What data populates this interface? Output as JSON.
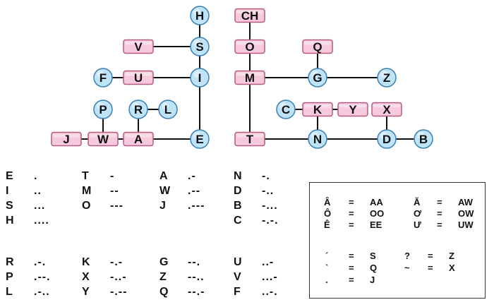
{
  "tree": {
    "nodes": [
      {
        "id": "H",
        "label": "H",
        "shape": "circle"
      },
      {
        "id": "S",
        "label": "S",
        "shape": "circle"
      },
      {
        "id": "I",
        "label": "I",
        "shape": "circle"
      },
      {
        "id": "E",
        "label": "E",
        "shape": "circle"
      },
      {
        "id": "V",
        "label": "V",
        "shape": "rect"
      },
      {
        "id": "U",
        "label": "U",
        "shape": "rect"
      },
      {
        "id": "F",
        "label": "F",
        "shape": "circle"
      },
      {
        "id": "A",
        "label": "A",
        "shape": "rect"
      },
      {
        "id": "R",
        "label": "R",
        "shape": "circle"
      },
      {
        "id": "L",
        "label": "L",
        "shape": "circle"
      },
      {
        "id": "W",
        "label": "W",
        "shape": "rect"
      },
      {
        "id": "P",
        "label": "P",
        "shape": "circle"
      },
      {
        "id": "J",
        "label": "J",
        "shape": "rect"
      },
      {
        "id": "CH",
        "label": "CH",
        "shape": "rect"
      },
      {
        "id": "O",
        "label": "O",
        "shape": "rect"
      },
      {
        "id": "M",
        "label": "M",
        "shape": "rect"
      },
      {
        "id": "T",
        "label": "T",
        "shape": "rect"
      },
      {
        "id": "Q",
        "label": "Q",
        "shape": "rect"
      },
      {
        "id": "G",
        "label": "G",
        "shape": "circle"
      },
      {
        "id": "Z",
        "label": "Z",
        "shape": "circle"
      },
      {
        "id": "C",
        "label": "C",
        "shape": "circle"
      },
      {
        "id": "K",
        "label": "K",
        "shape": "rect"
      },
      {
        "id": "Y",
        "label": "Y",
        "shape": "rect"
      },
      {
        "id": "X",
        "label": "X",
        "shape": "rect"
      },
      {
        "id": "N",
        "label": "N",
        "shape": "circle"
      },
      {
        "id": "D",
        "label": "D",
        "shape": "circle"
      },
      {
        "id": "B",
        "label": "B",
        "shape": "circle"
      }
    ],
    "edges": [
      [
        "H",
        "S"
      ],
      [
        "S",
        "V"
      ],
      [
        "S",
        "I"
      ],
      [
        "I",
        "U"
      ],
      [
        "U",
        "F"
      ],
      [
        "I",
        "E"
      ],
      [
        "E",
        "A"
      ],
      [
        "A",
        "W"
      ],
      [
        "W",
        "J"
      ],
      [
        "W",
        "P"
      ],
      [
        "A",
        "R"
      ],
      [
        "R",
        "L"
      ],
      [
        "CH",
        "O"
      ],
      [
        "O",
        "M"
      ],
      [
        "M",
        "T"
      ],
      [
        "M",
        "G"
      ],
      [
        "G",
        "Q"
      ],
      [
        "G",
        "Z"
      ],
      [
        "T",
        "N"
      ],
      [
        "N",
        "K"
      ],
      [
        "K",
        "C"
      ],
      [
        "K",
        "Y"
      ],
      [
        "N",
        "D"
      ],
      [
        "D",
        "X"
      ],
      [
        "D",
        "B"
      ]
    ]
  },
  "codes": {
    "col1": [
      {
        "ch": "E",
        "code": "."
      },
      {
        "ch": "I",
        "code": ".."
      },
      {
        "ch": "S",
        "code": "..."
      },
      {
        "ch": "H",
        "code": "...."
      },
      {
        "ch": "R",
        "code": ".-."
      },
      {
        "ch": "P",
        "code": ".--."
      },
      {
        "ch": "L",
        "code": ".-.."
      }
    ],
    "col2": [
      {
        "ch": "T",
        "code": "-"
      },
      {
        "ch": "M",
        "code": "--"
      },
      {
        "ch": "O",
        "code": "---"
      },
      {
        "ch": "K",
        "code": "-.-"
      },
      {
        "ch": "X",
        "code": "-..-"
      },
      {
        "ch": "Y",
        "code": "-.--"
      }
    ],
    "col3": [
      {
        "ch": "A",
        "code": ".-"
      },
      {
        "ch": "W",
        "code": ".--"
      },
      {
        "ch": "J",
        "code": ".---"
      },
      {
        "ch": "G",
        "code": "--."
      },
      {
        "ch": "Z",
        "code": "--.."
      },
      {
        "ch": "Q",
        "code": "--.-"
      }
    ],
    "col4": [
      {
        "ch": "N",
        "code": "-."
      },
      {
        "ch": "D",
        "code": "-.."
      },
      {
        "ch": "B",
        "code": "-..."
      },
      {
        "ch": "C",
        "code": "-.-."
      },
      {
        "ch": "U",
        "code": "..-"
      },
      {
        "ch": "V",
        "code": "...-"
      },
      {
        "ch": "F",
        "code": "..-."
      }
    ]
  },
  "legend": {
    "eq": "=",
    "vowels": [
      {
        "a": "Â",
        "b": "AA",
        "c": "Ă",
        "d": "AW"
      },
      {
        "a": "Ô",
        "b": "OO",
        "c": "Ơ",
        "d": "OW"
      },
      {
        "a": "Ê",
        "b": "EE",
        "c": "Ư",
        "d": "UW"
      }
    ],
    "tones": [
      {
        "a": "´",
        "b": "S",
        "c": "?",
        "d": "Z"
      },
      {
        "a": "`",
        "b": "Q",
        "c": "~",
        "d": "X"
      },
      {
        "a": ".",
        "b": "J",
        "c": "",
        "d": ""
      }
    ]
  },
  "colors": {
    "circle_fill": "#bfe3f7",
    "circle_stroke": "#3a7fb5",
    "rect_fill": "#f6c9dc",
    "rect_stroke": "#b55a80",
    "line": "#111111"
  }
}
